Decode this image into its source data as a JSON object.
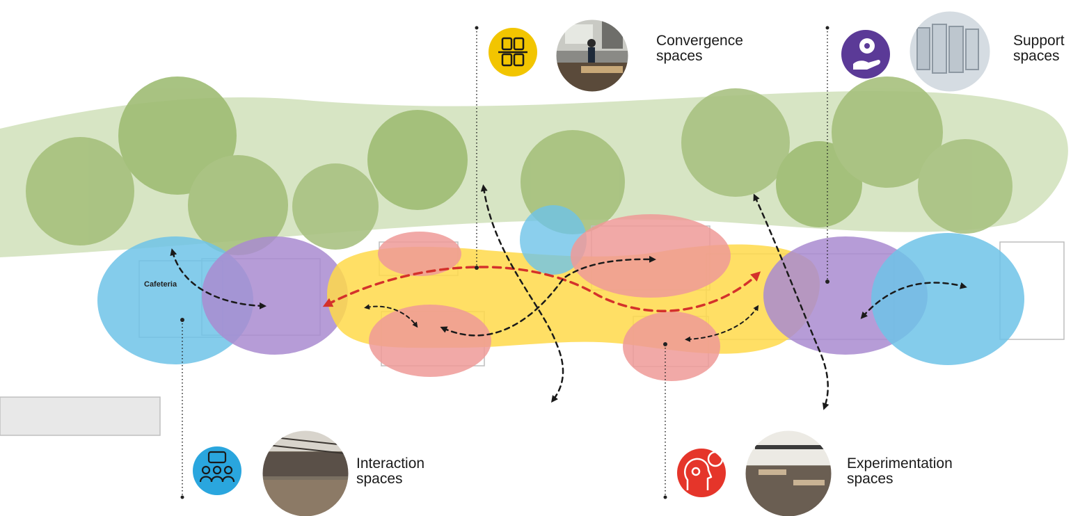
{
  "zones": {
    "cafeteria": "Cafeteria"
  },
  "legend": [
    {
      "key": "convergence",
      "line1": "Convergence",
      "line2": "spaces",
      "icon": "hands-icon",
      "color": "#F2C500"
    },
    {
      "key": "support",
      "line1": "Support",
      "line2": "spaces",
      "icon": "gear-hand-icon",
      "color": "#5B3A97"
    },
    {
      "key": "interaction",
      "line1": "Interaction",
      "line2": "spaces",
      "icon": "people-chat-icon",
      "color": "#2AA6DE"
    },
    {
      "key": "experimentation",
      "line1": "Experimentation",
      "line2": "spaces",
      "icon": "head-idea-icon",
      "color": "#E5352A"
    }
  ],
  "colors": {
    "interaction": "#6EC3E8",
    "support": "#A98BD0",
    "convergence": "#FFD94A",
    "experimentation": "#EE9A98",
    "greenery": "#C9DCB0",
    "tree": "#A6C07C",
    "flow_primary": "#D4312B",
    "flow_secondary": "#222222"
  }
}
